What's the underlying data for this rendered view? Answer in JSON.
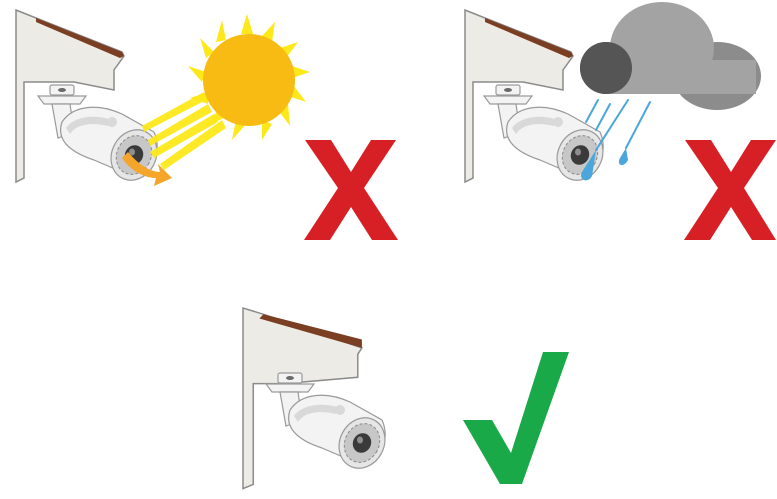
{
  "panels": [
    {
      "id": "direct-sunlight",
      "condition": "sun-icon",
      "verdict": "cross-icon",
      "allowed": false
    },
    {
      "id": "rain-exposure",
      "condition": "cloud-rain-icon",
      "verdict": "cross-icon",
      "allowed": false
    },
    {
      "id": "sheltered-under-eave",
      "condition": "none",
      "verdict": "checkmark-icon",
      "allowed": true
    }
  ],
  "colors": {
    "wall": "#edebe6",
    "wall_stroke": "#8b8b8b",
    "roof": "#7a3e22",
    "camera_body": "#f3f3f3",
    "camera_shade": "#d9d9d9",
    "lens": "#3a3a3a",
    "sun": "#f8bb13",
    "sun_rays": "#fde81a",
    "sun_glare": "#f5a52a",
    "cloud_dark": "#555555",
    "cloud_mid": "#a3a3a3",
    "cloud_light": "#8c8c8c",
    "rain": "#4aa6db",
    "cross": "#d71f26",
    "check": "#1aa948"
  }
}
